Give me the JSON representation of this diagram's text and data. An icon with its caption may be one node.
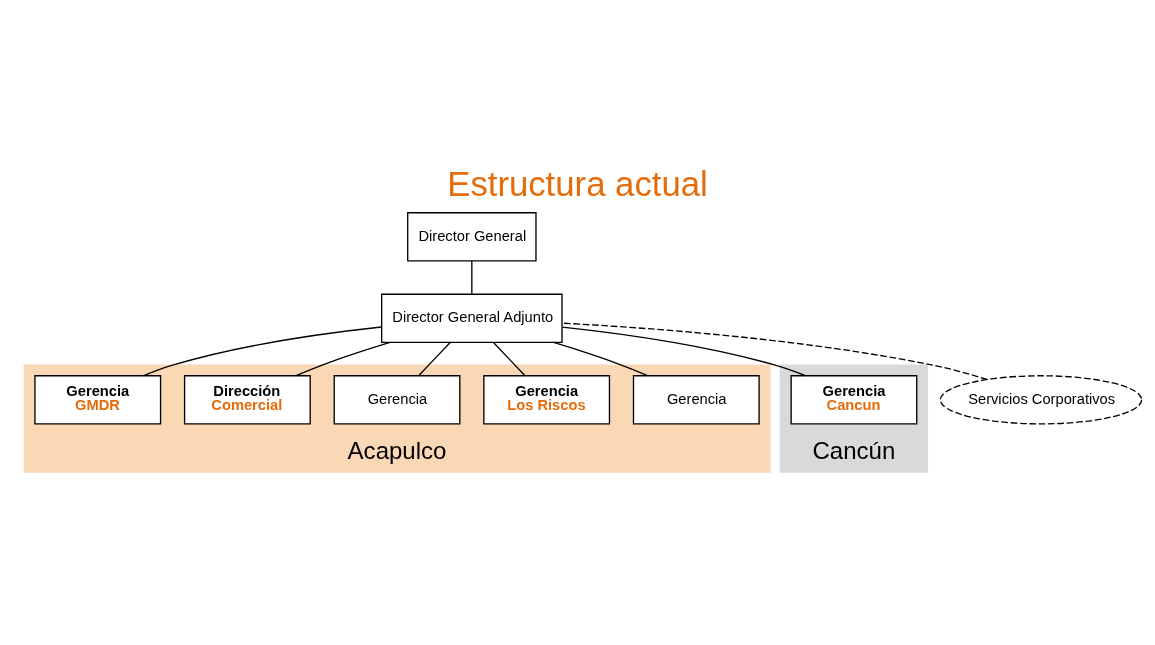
{
  "diagram": {
    "title": "Estructura actual",
    "nodes": [
      {
        "text": [
          "Acapulco"
        ]
      },
      {
        "text": [
          "Cancún"
        ]
      },
      {
        "text": [
          "Director General"
        ]
      },
      {
        "text": [
          "Director General Adjunto"
        ]
      },
      {
        "text": [
          "Gerencia"
        ],
        "in": 0
      },
      {
        "text": [
          "Gerencia",
          "Los Riscos"
        ],
        "in": 0
      },
      {
        "text": [
          "Gerencia"
        ],
        "in": 0
      },
      {
        "text": [
          "Dirección",
          "Comercial"
        ],
        "in": 0
      },
      {
        "text": [
          "Gerencia",
          "GMDR"
        ],
        "in": 0
      },
      {
        "text": [
          "Gerencia",
          "Cancun"
        ],
        "in": 1
      },
      {
        "text": [
          "Servicios Corporativos"
        ]
      }
    ],
    "edges": [
      {
        "from": 2,
        "to": 3,
        "arrow": "none"
      },
      {
        "from": 3,
        "to": 4,
        "arrow": "none"
      },
      {
        "from": 3,
        "to": 5,
        "arrow": "none"
      },
      {
        "from": 3,
        "to": 6,
        "arrow": "none"
      },
      {
        "from": 3,
        "to": 7,
        "arrow": "none"
      },
      {
        "from": 3,
        "to": 8,
        "arrow": "none"
      },
      {
        "from": 3,
        "to": 9,
        "arrow": "none"
      },
      {
        "from": 10,
        "to": 3,
        "arrow": "none",
        "style": "dashed"
      }
    ]
  }
}
